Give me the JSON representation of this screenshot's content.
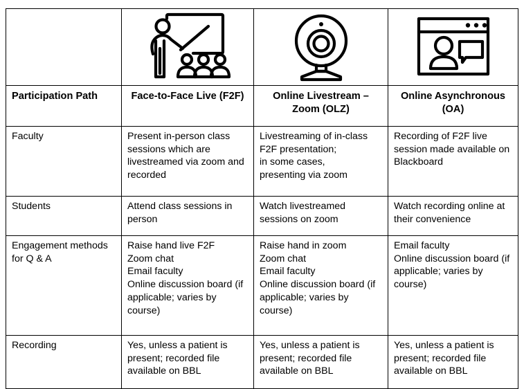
{
  "table": {
    "columns": [
      {
        "key": "label",
        "header": "Participation Path",
        "icon": "none"
      },
      {
        "key": "f2f",
        "header": "Face-to-Face Live (F2F)",
        "icon": "classroom-teacher-icon"
      },
      {
        "key": "olz",
        "header": "Online Livestream – Zoom (OLZ)",
        "icon": "webcam-icon"
      },
      {
        "key": "oa",
        "header": "Online Asynchronous (OA)",
        "icon": "browser-video-chat-icon"
      }
    ],
    "rows": [
      {
        "label": "Faculty",
        "f2f": "Present in-person class sessions which are livestreamed via zoom and recorded",
        "olz_lines": [
          "Livestreaming of in-class",
          "F2F presentation;",
          "in some cases,",
          "presenting via zoom"
        ],
        "oa": "Recording of F2F live session made available on Blackboard"
      },
      {
        "label": "Students",
        "f2f": "Attend class sessions in person",
        "olz_lines": [
          "Watch livestreamed sessions on zoom"
        ],
        "oa": "Watch recording online at their convenience"
      },
      {
        "label": "Engagement methods for Q & A",
        "f2f_lines": [
          "Raise hand live F2F",
          "Zoom chat",
          "Email faculty",
          "Online discussion board (if applicable; varies by course)"
        ],
        "olz_lines": [
          "Raise hand in zoom",
          "Zoom chat",
          "Email faculty",
          "Online discussion board (if applicable; varies by course)"
        ],
        "oa_lines": [
          "Email faculty",
          "Online discussion board (if applicable; varies by course)"
        ]
      },
      {
        "label": "Recording",
        "f2f": "Yes, unless a patient is present; recorded file available on BBL",
        "olz_lines": [
          "Yes, unless a patient is present; recorded file available on BBL"
        ],
        "oa": "Yes, unless a patient is present; recorded file available on BBL"
      }
    ]
  },
  "colors": {
    "border": "#000000",
    "text": "#000000",
    "background": "#ffffff"
  }
}
